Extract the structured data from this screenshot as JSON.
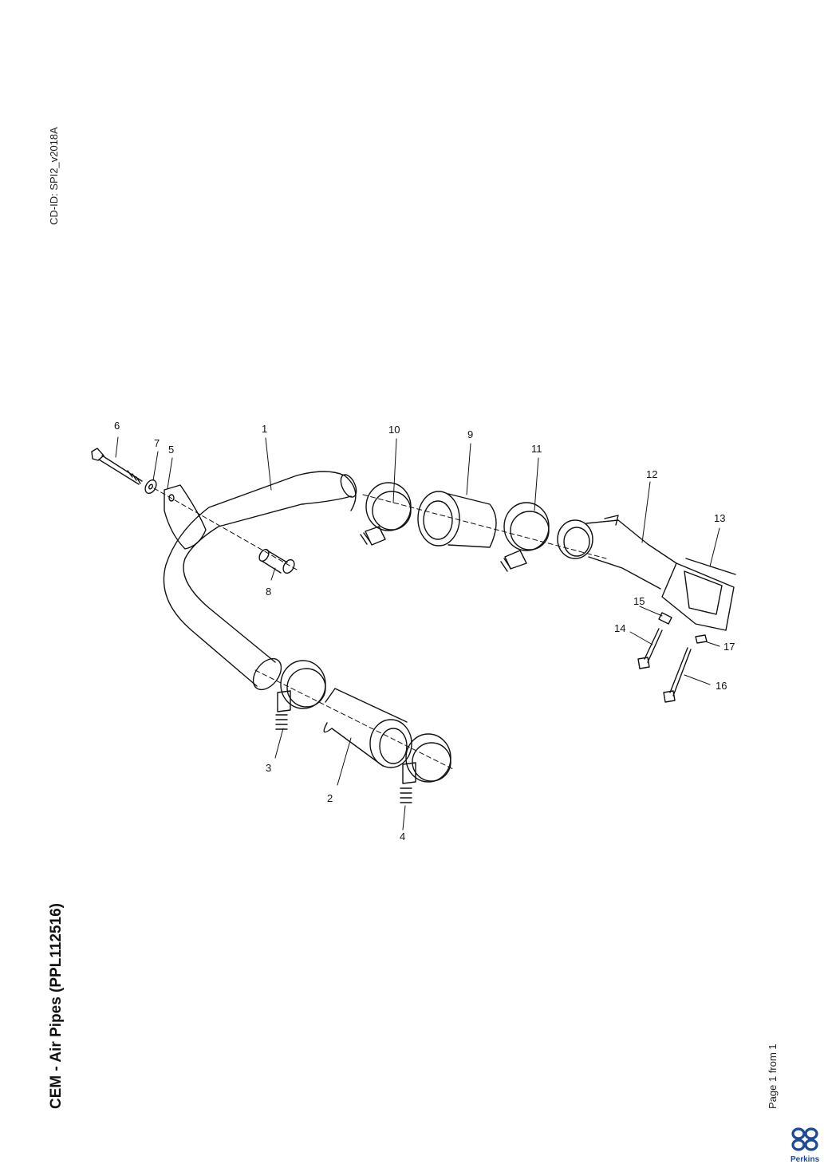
{
  "document": {
    "cd_id": "CD-ID: SPI2_v2018A",
    "title": "CEM - Air Pipes (PPL112516)",
    "page_info": "Page 1 from 1"
  },
  "brand": {
    "name": "Perkins",
    "color": "#1c4a99"
  },
  "diagram": {
    "callouts": [
      "1",
      "2",
      "3",
      "4",
      "5",
      "6",
      "7",
      "8",
      "9",
      "10",
      "11",
      "12",
      "13",
      "14",
      "15",
      "16",
      "17"
    ]
  }
}
